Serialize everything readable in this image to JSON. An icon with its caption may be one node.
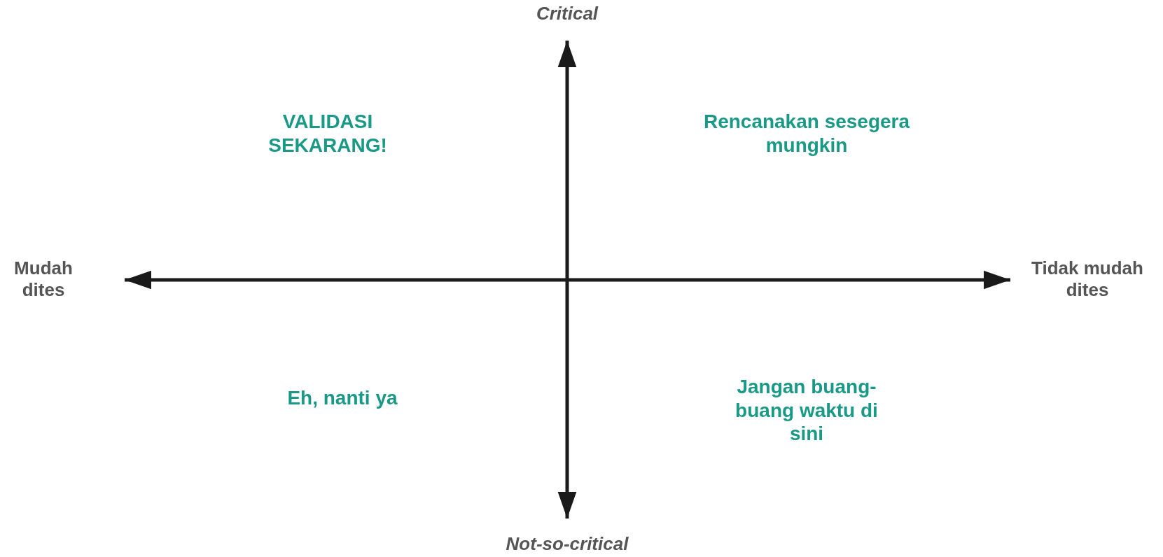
{
  "diagram": {
    "labels": [
      "Critical",
      "VALIDASI SEKARANG!",
      "Rencanakan sesegera mungkin",
      "Mudah dites",
      "Tidak mudah dites",
      "Eh, nanti ya",
      "Jangan buang-buang waktu di sini",
      "Not-so-critical"
    ]
  }
}
